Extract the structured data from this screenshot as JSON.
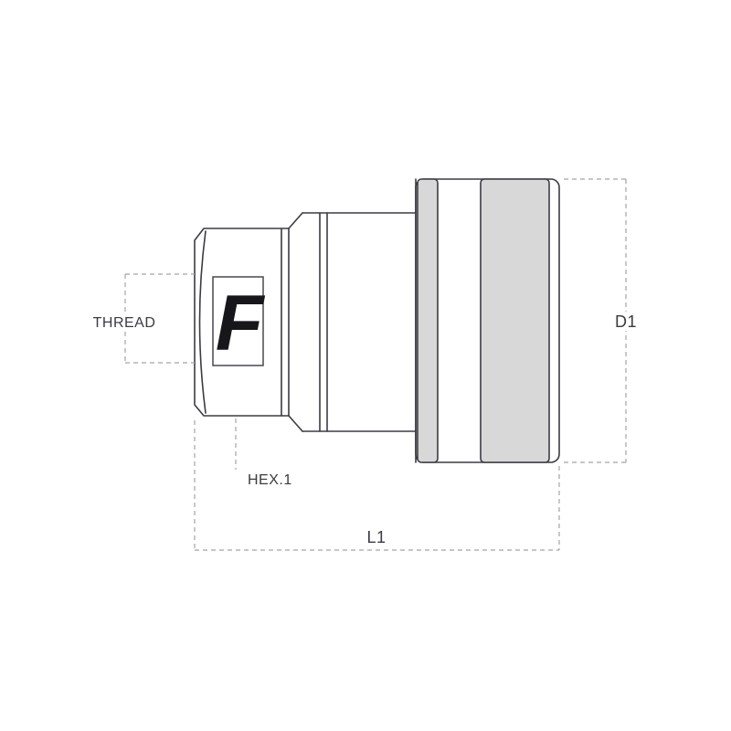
{
  "diagram": {
    "type": "technical-drawing",
    "subject": "quick-release coupling side view with dimension callouts",
    "logo_letter": "F",
    "labels": {
      "thread": "THREAD",
      "hex": "HEX.1",
      "length": "L1",
      "diameter": "D1"
    },
    "colors": {
      "background": "#ffffff",
      "outline": "#3b3b44",
      "dimension_line": "#a3a3ab",
      "shaded_fill": "#d8d8d8",
      "label_text": "#3a3a42",
      "logo": "#17171b"
    }
  }
}
